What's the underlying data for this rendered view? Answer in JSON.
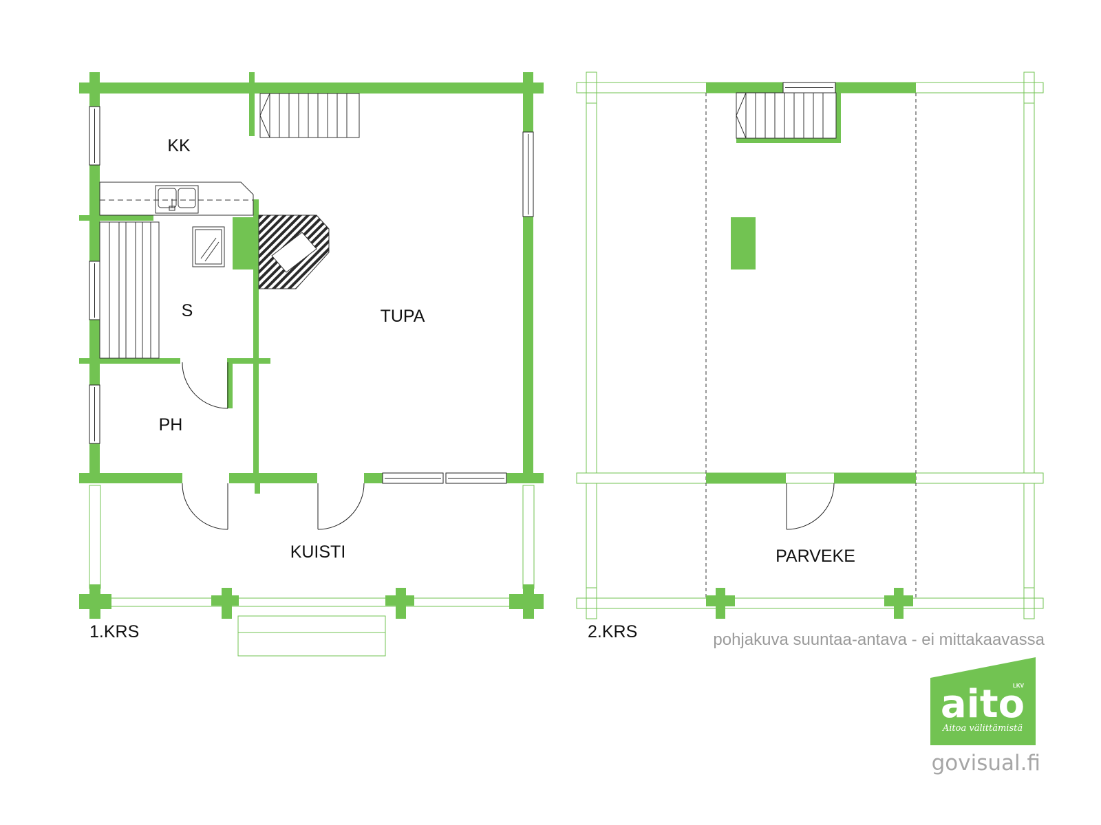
{
  "colors": {
    "wall": "#72c352",
    "outline": "#72c352",
    "line": "#222222",
    "hatch": "#2a2a2a"
  },
  "floor1": {
    "label": "1.KRS",
    "rooms": {
      "kk": "KK",
      "s": "S",
      "tupa": "TUPA",
      "ph": "PH",
      "kuisti": "KUISTI"
    }
  },
  "floor2": {
    "label": "2.KRS",
    "rooms": {
      "parveke": "PARVEKE"
    }
  },
  "note": "pohjakuva suuntaa-antava - ei mittakaavassa",
  "logo": {
    "word": "aito",
    "badge": "LKV",
    "tagline": "Aitoa välittämistä"
  },
  "footer": {
    "site": "govisual.fi"
  }
}
